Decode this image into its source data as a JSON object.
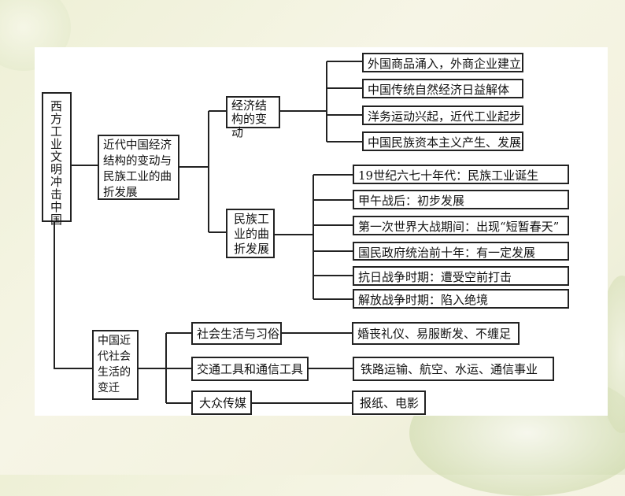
{
  "root": "西方工业文明冲击中国",
  "branch_economy": {
    "title": "近代中国经济结构的变动与民族工业的曲折发展",
    "structure": {
      "title": "经济结构的变动",
      "items": [
        "外国商品涌入，外商企业建立",
        "中国传统自然经济日益解体",
        "洋务运动兴起，近代工业起步",
        "中国民族资本主义产生、发展"
      ]
    },
    "national_industry": {
      "title": "民族工业的曲折发展",
      "items": [
        "19世纪六七十年代：民族工业诞生",
        "甲午战后：初步发展",
        "第一次世界大战期间：出现“短暂春天”",
        "国民政府统治前十年：有一定发展",
        "抗日战争时期：遭受空前打击",
        "解放战争时期：陷入绝境"
      ]
    }
  },
  "branch_society": {
    "title": "中国近代社会生活的变迁",
    "topics": [
      {
        "title": "社会生活与习俗",
        "detail": "婚丧礼仪、易服断发、不缠足"
      },
      {
        "title": "交通工具和通信工具",
        "detail": "铁路运输、航空、水运、通信事业"
      },
      {
        "title": "大众传媒",
        "detail": "报纸、电影"
      }
    ]
  }
}
